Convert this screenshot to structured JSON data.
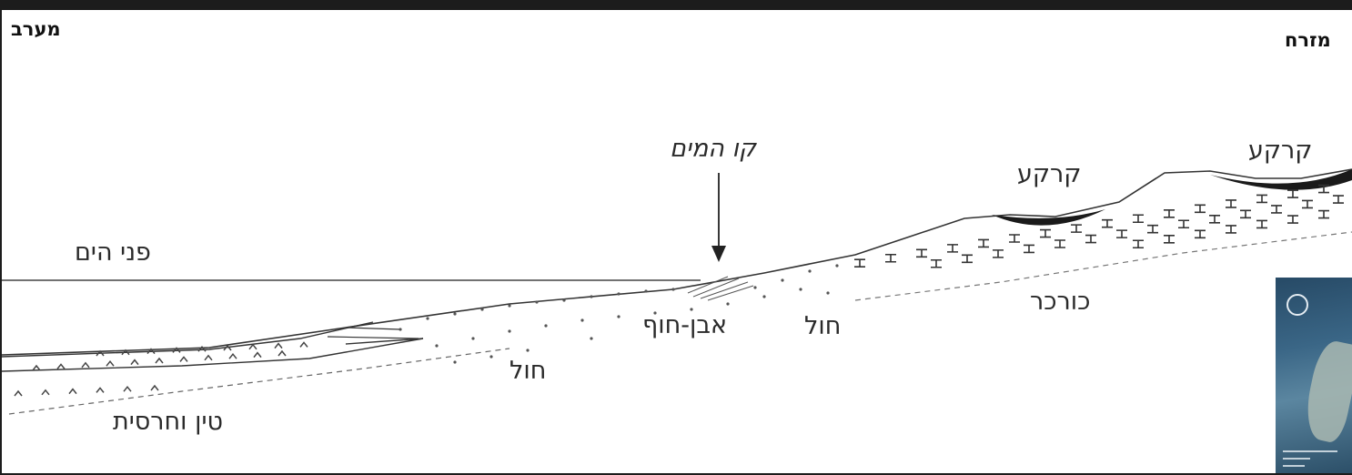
{
  "directions": {
    "west": "מערב",
    "east": "מזרח"
  },
  "labels": {
    "sea_surface": "פני הים",
    "water_line": "קו המים",
    "soil_1": "קרקע",
    "soil_2": "קרקע",
    "beach_rock": "אבן-חוף",
    "sand_1": "חול",
    "sand_2": "חול",
    "kurkar": "כורכר",
    "clay_silt": "טין וחרסית"
  },
  "colors": {
    "frame": "#1c1c1c",
    "soil": "#1a1a1a",
    "line": "#333333"
  }
}
